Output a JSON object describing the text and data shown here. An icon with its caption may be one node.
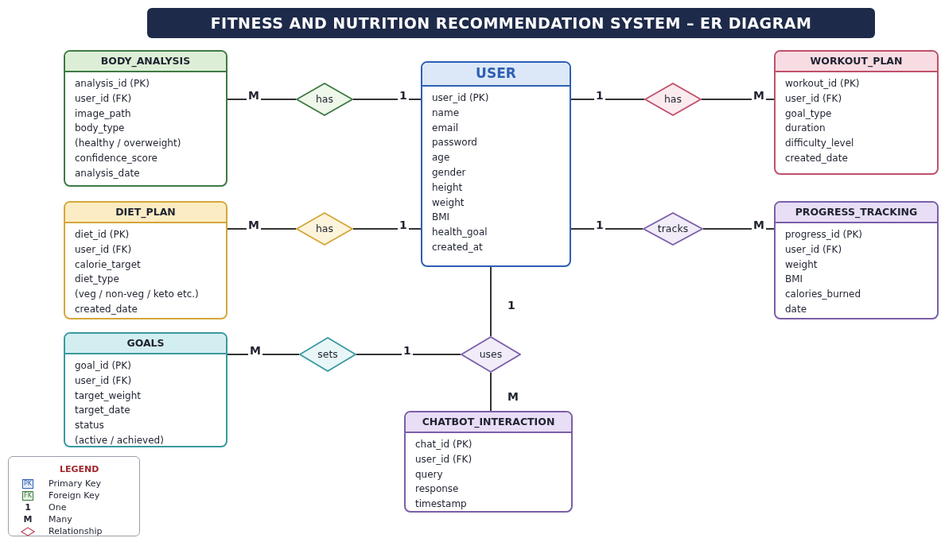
{
  "diagram": {
    "title": "FITNESS AND NUTRITION RECOMMENDATION SYSTEM – ER DIAGRAM",
    "nodes": [
      {
        "text": [
          "BODY_ANALYSIS",
          "analysis_id (PK)",
          "user_id (FK)",
          "image_path",
          "body_type",
          "(healthy / overweight)",
          "confidence_score",
          "analysis_date"
        ]
      },
      {
        "text": [
          "has"
        ]
      },
      {
        "text": [
          "USER",
          "user_id (PK)",
          "name",
          "email",
          "password",
          "age",
          "gender",
          "height",
          "weight",
          "BMI",
          "health_goal",
          "created_at"
        ]
      },
      {
        "text": [
          "has"
        ]
      },
      {
        "text": [
          "WORKOUT_PLAN",
          "workout_id (PK)",
          "user_id (FK)",
          "goal_type",
          "duration",
          "difficulty_level",
          "created_date"
        ]
      },
      {
        "text": [
          "DIET_PLAN",
          "diet_id (PK)",
          "user_id (FK)",
          "calorie_target",
          "diet_type",
          "(veg / non-veg / keto etc.)",
          "created_date"
        ]
      },
      {
        "text": [
          "has"
        ]
      },
      {
        "text": [
          "tracks"
        ]
      },
      {
        "text": [
          "PROGRESS_TRACKING",
          "progress_id (PK)",
          "user_id (FK)",
          "weight",
          "BMI",
          "calories_burned",
          "date"
        ]
      },
      {
        "text": [
          "GOALS",
          "goal_id (PK)",
          "user_id (FK)",
          "target_weight",
          "target_date",
          "status",
          "(active / achieved)"
        ]
      },
      {
        "text": [
          "sets"
        ]
      },
      {
        "text": [
          "uses"
        ]
      },
      {
        "text": [
          "CHATBOT_INTERACTION",
          "chat_id (PK)",
          "user_id (FK)",
          "query",
          "response",
          "timestamp"
        ]
      }
    ],
    "edges": [
      {
        "from": 0,
        "to": 1,
        "arrow": "none",
        "label": "M"
      },
      {
        "from": 1,
        "to": 2,
        "arrow": "none",
        "label": "1"
      },
      {
        "from": 2,
        "to": 3,
        "arrow": "none",
        "label": "1"
      },
      {
        "from": 3,
        "to": 4,
        "arrow": "none",
        "label": "M"
      },
      {
        "from": 5,
        "to": 6,
        "arrow": "none",
        "label": "M"
      },
      {
        "from": 6,
        "to": 2,
        "arrow": "none",
        "label": "1"
      },
      {
        "from": 2,
        "to": 7,
        "arrow": "none",
        "label": "1"
      },
      {
        "from": 7,
        "to": 8,
        "arrow": "none",
        "label": "M"
      },
      {
        "from": 9,
        "to": 10,
        "arrow": "none",
        "label": "M"
      },
      {
        "from": 10,
        "to": 11,
        "arrow": "none",
        "label": "1"
      },
      {
        "from": 2,
        "to": 11,
        "arrow": "none",
        "label": "1"
      },
      {
        "from": 11,
        "to": 12,
        "arrow": "none",
        "label": "M"
      }
    ],
    "labels": [
      "LEGEND",
      "PK",
      "FK",
      "1",
      "M"
    ],
    "legend": [
      {
        "text": "Primary Key"
      },
      {
        "text": "Foreign Key"
      },
      {
        "text": "One"
      },
      {
        "text": "Many"
      },
      {
        "text": "Relationship"
      }
    ]
  }
}
